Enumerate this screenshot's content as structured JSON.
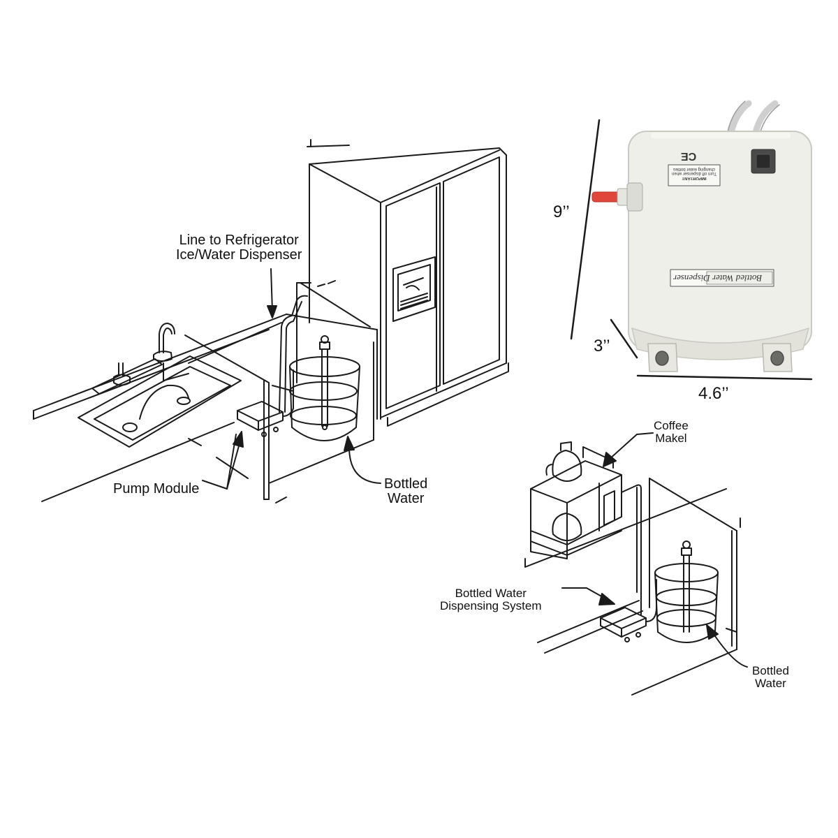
{
  "callouts": {
    "line_to_fridge": [
      "Line to Refrigerator",
      "Ice/Water Dispenser"
    ],
    "pump_module": "Pump Module",
    "bottled_water_main": [
      "Bottled",
      "Water"
    ],
    "coffee_maker": [
      "Coffee",
      "Makel"
    ],
    "dispensing_system": [
      "Bottled Water",
      "Dispensing System"
    ],
    "bottled_water_coffee": [
      "Bottled",
      "Water"
    ]
  },
  "product": {
    "height_label": "9’’",
    "depth_label": "3’’",
    "width_label": "4.6’’",
    "ce_mark": "CE",
    "important_label": [
      "IMPORTANT",
      "Turn off dispenser when",
      "changing water bottles"
    ],
    "brand_label": "Bottled Water Dispenser"
  },
  "colors": {
    "line": "#1a1a1a",
    "pump_body": "#efefe9",
    "inlet_fitting": "#e0473a"
  }
}
